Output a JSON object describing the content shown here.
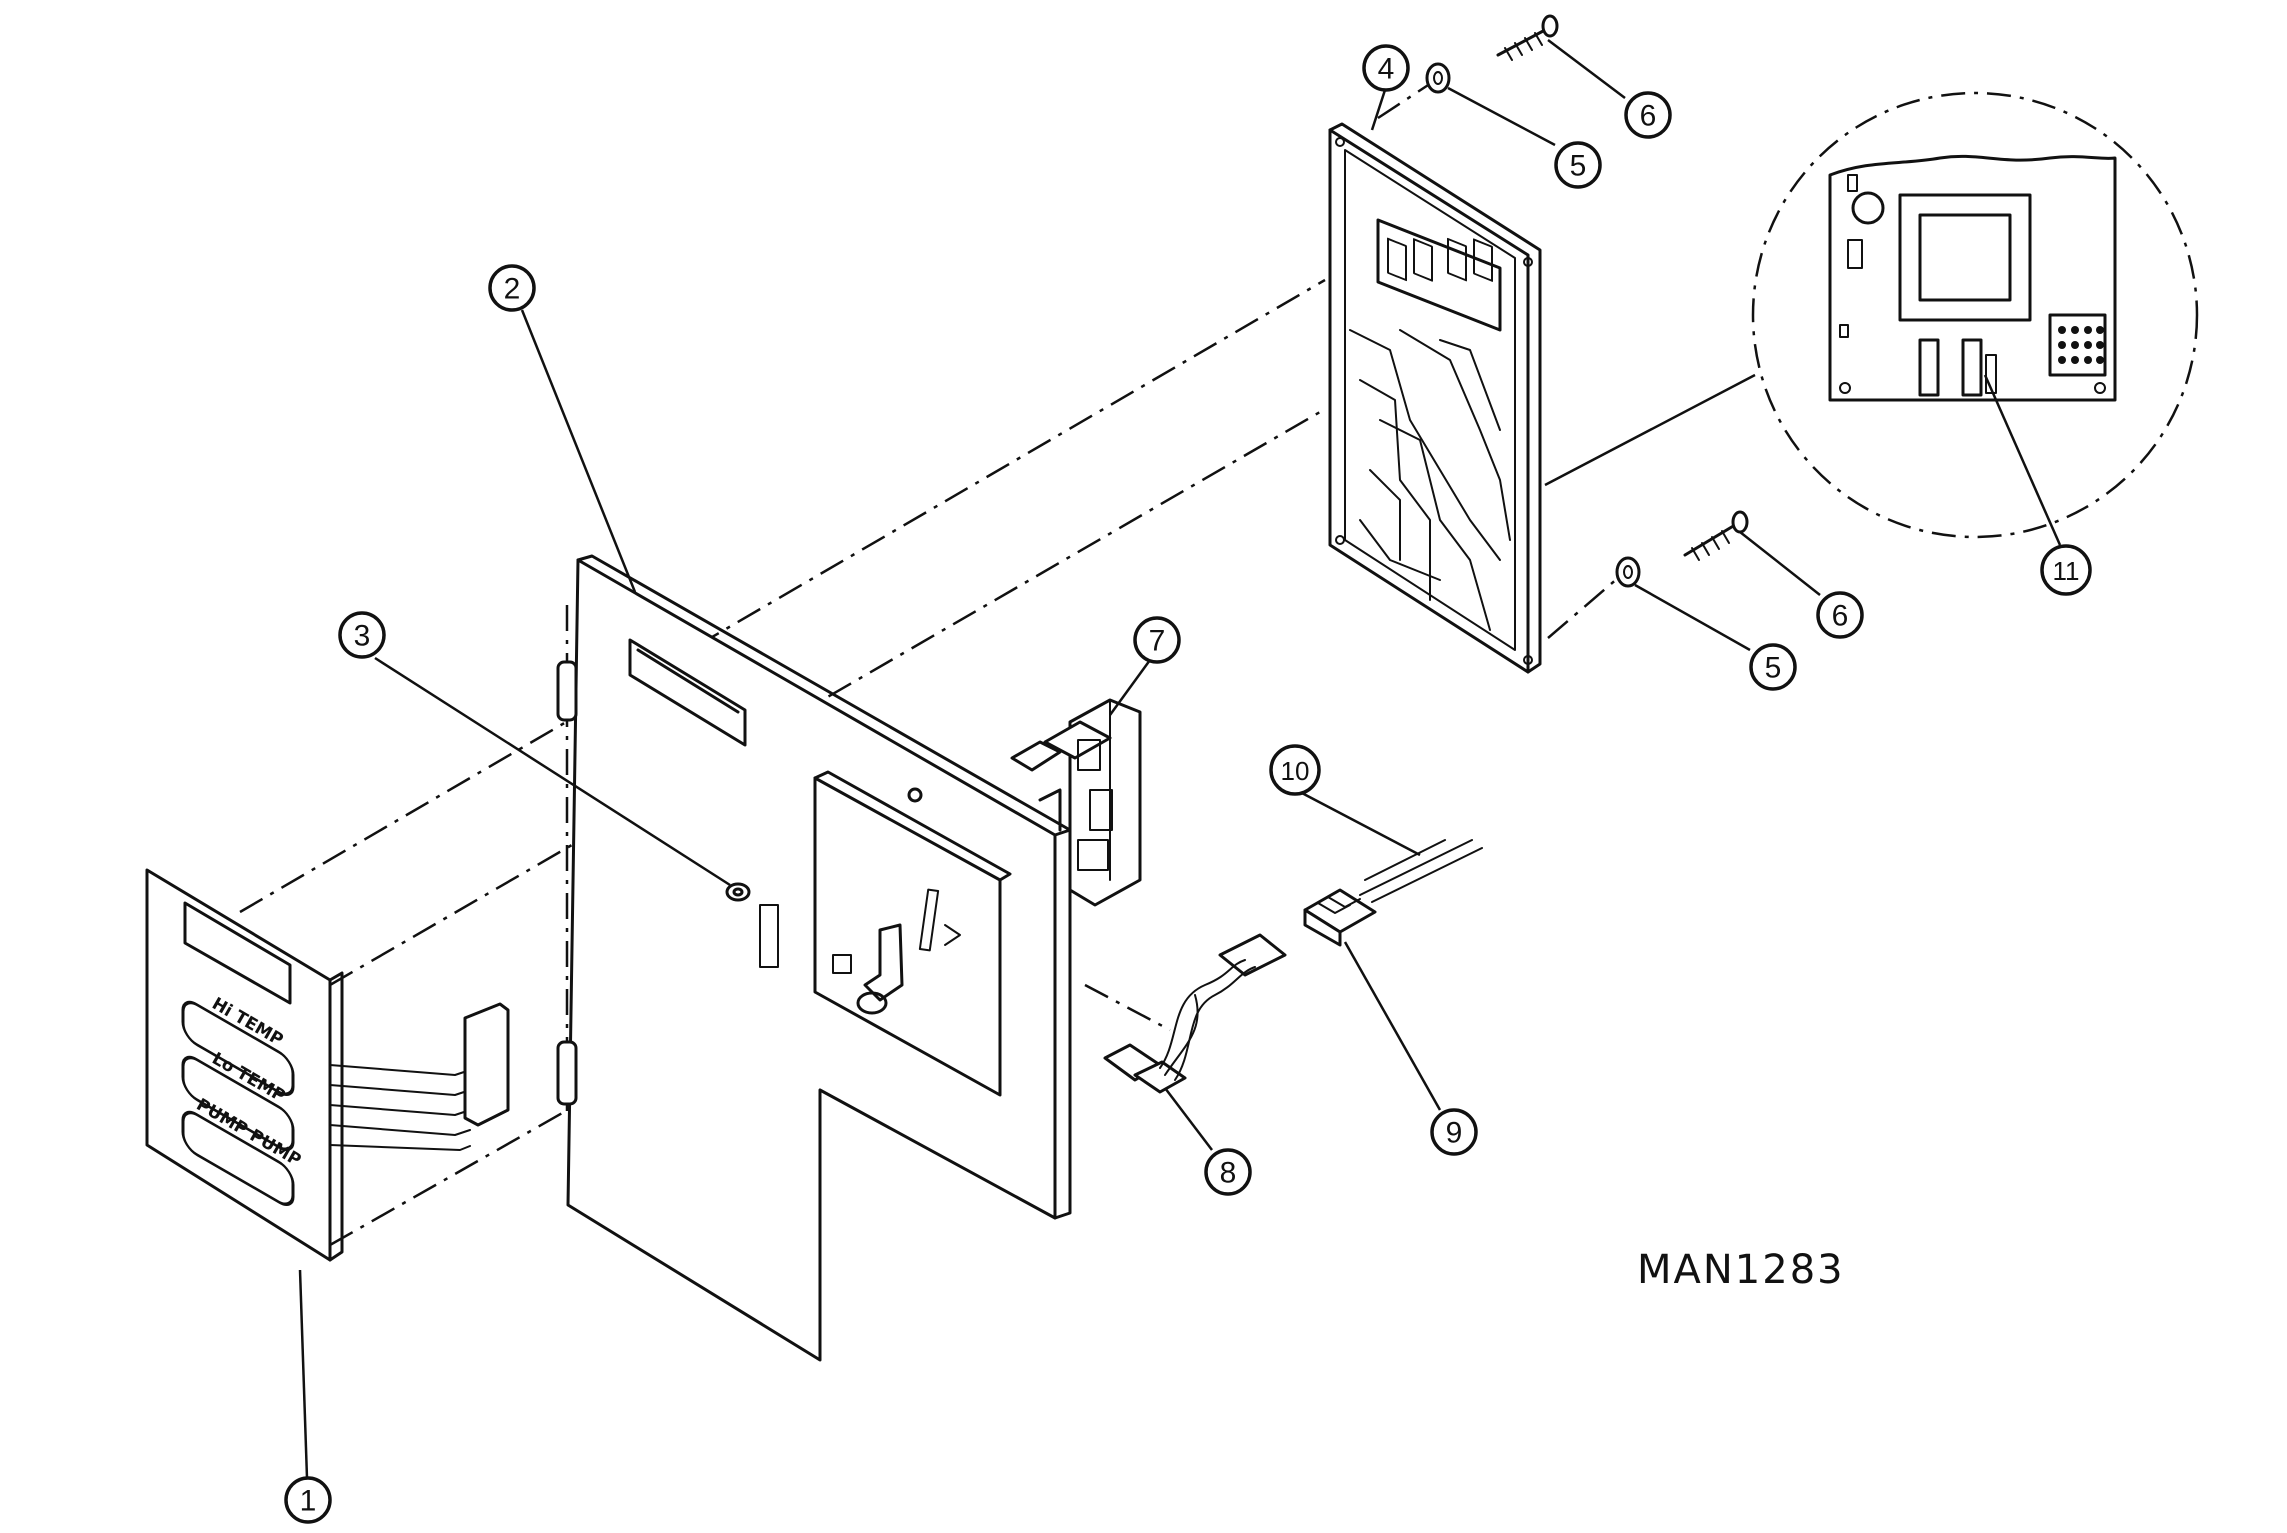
{
  "drawing_id": "MAN1283",
  "callouts": [
    "1",
    "2",
    "3",
    "4",
    "5",
    "6",
    "5",
    "6",
    "7",
    "8",
    "9",
    "10",
    "11"
  ],
  "keypad_buttons": [
    "Hi TEMP",
    "Lo TEMP",
    "PUMP PUMP"
  ]
}
